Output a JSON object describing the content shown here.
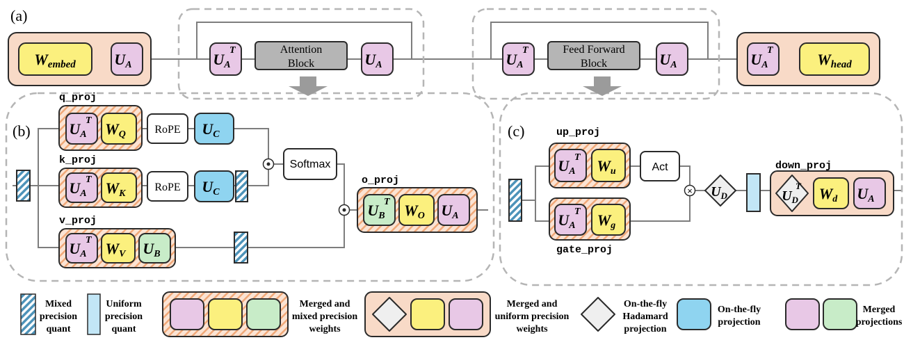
{
  "panels": {
    "a": "(a)",
    "b": "(b)",
    "c": "(c)"
  },
  "labels": {
    "W": "W",
    "U": "U",
    "T": "T",
    "embed": "embed",
    "head": "head",
    "A": "A",
    "B": "B",
    "C": "C",
    "D": "D",
    "Q": "Q",
    "K": "K",
    "V": "V",
    "O": "O",
    "u": "u",
    "g": "g",
    "d": "d"
  },
  "blocks": {
    "attention_line1": "Attention",
    "attention_line2": "Block",
    "ffn_line1": "Feed Forward",
    "ffn_line2": "Block",
    "rope": "RoPE",
    "softmax": "Softmax",
    "act": "Act"
  },
  "projections": {
    "q_proj": "q_proj",
    "k_proj": "k_proj",
    "v_proj": "v_proj",
    "o_proj": "o_proj",
    "up_proj": "up_proj",
    "gate_proj": "gate_proj",
    "down_proj": "down_proj"
  },
  "operators": {
    "hadamard_product": "⊙",
    "multiply": "×"
  },
  "legend": {
    "mixed_quant": [
      "Mixed",
      "precision",
      "quant"
    ],
    "uniform_quant": [
      "Uniform",
      "precision",
      "quant"
    ],
    "merged_mixed": [
      "Merged and",
      "mixed precision",
      "weights"
    ],
    "merged_uniform": [
      "Merged and",
      "uniform precision",
      "weights"
    ],
    "hadamard": [
      "On-the-fly",
      "Hadamard",
      "projection"
    ],
    "onthefly": [
      "On-the-fly",
      "projection"
    ],
    "merged_proj": [
      "Merged",
      "projections"
    ]
  },
  "colors": {
    "pink": "#e8c8e6",
    "yellow": "#fbf07e",
    "green": "#c8ecc8",
    "blue": "#8fd4f0",
    "lightblue": "#c2e6f6",
    "peach": "#f8dac7",
    "gray": "#b5b5b5",
    "diamond": "#efefef",
    "hatch_blue": "#4d93b9",
    "hatch_orange": "#f0a878"
  }
}
